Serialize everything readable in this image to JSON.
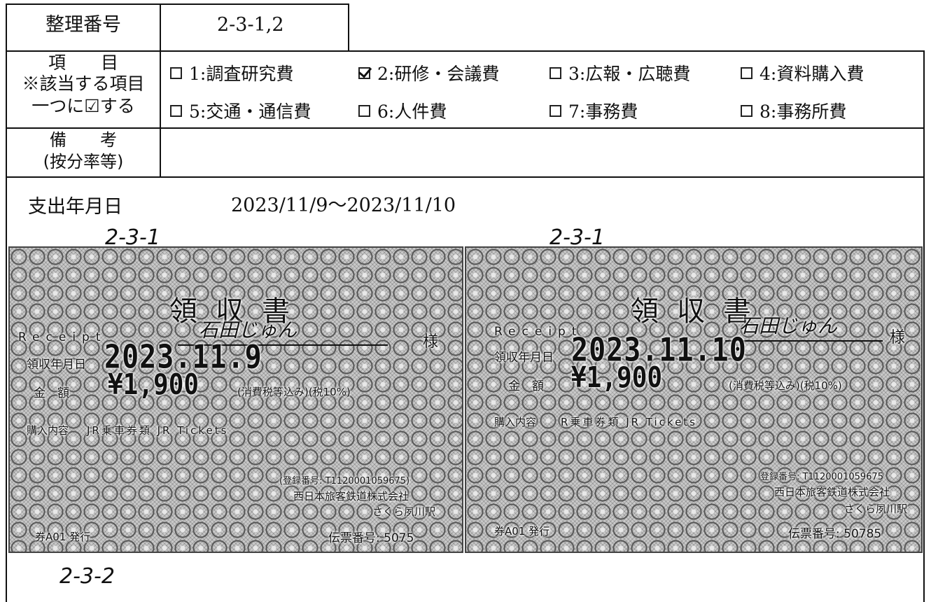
{
  "form": {
    "seiri_label": "整理番号",
    "seiri_value": "2-3-1,2",
    "koumoku_label_line1": "項　　目",
    "koumoku_label_line2": "※該当する項目",
    "koumoku_label_line3": "一つに☑する",
    "bikou_label_line1": "備　　考",
    "bikou_label_line2": "(按分率等)",
    "bikou_value": "",
    "categories": [
      {
        "label": "1:調査研究費",
        "checked": false
      },
      {
        "label": "2:研修・会議費",
        "checked": true
      },
      {
        "label": "3:広報・広聴費",
        "checked": false
      },
      {
        "label": "4:資料購入費",
        "checked": false
      },
      {
        "label": "5:交通・通信費",
        "checked": false
      },
      {
        "label": "6:人件費",
        "checked": false
      },
      {
        "label": "7:事務費",
        "checked": false
      },
      {
        "label": "8:事務所費",
        "checked": false
      }
    ],
    "shishutsu_label": "支出年月日",
    "shishutsu_value": "2023/11/9～2023/11/10"
  },
  "annotations": {
    "left_receipt_tag": "2-3-1",
    "right_receipt_tag": "2-3-1",
    "bottom_tag": "2-3-2"
  },
  "receipts": [
    {
      "title": "領収書",
      "english": "Receipt",
      "recipient": "石田じゅん",
      "honorific": "様",
      "date_label": "領収年月日",
      "date": "2023.11.9",
      "amount_label": "金　額",
      "amount": "¥1,900",
      "tax_note": "(消費税等込み)(税10%)",
      "content_label": "購入内容",
      "content": "JR乗車券類 JR Tickets",
      "reg_number": "(登録番号: T1120001059675)",
      "company": "西日本旅客鉄道株式会社",
      "station": "さくら夙川駅",
      "issuer": "券A01 発行",
      "slip_number": "伝票番号: 5075"
    },
    {
      "title": "領収書",
      "english": "Receipt",
      "recipient": "石田じゅん",
      "honorific": "様",
      "date_label": "領収年月日",
      "date": "2023.11.10",
      "amount_label": "金　額",
      "amount": "¥1,900",
      "tax_note": "(消費税等込み)(税10%)",
      "content_label": "購入内容",
      "content": "R乗車券類 JR Tickets",
      "reg_number": "登録番号: T1120001059675",
      "company": "西日本旅客鉄道株式会社",
      "station": "さくら夙川駅",
      "issuer": "券A01 発行",
      "slip_number": "伝票番号: 50785"
    }
  ]
}
